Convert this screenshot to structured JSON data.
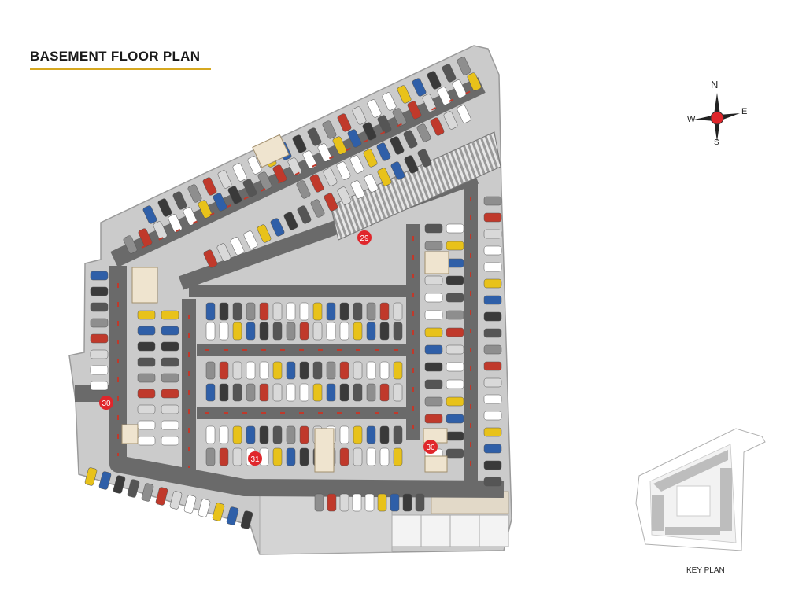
{
  "title": "BASEMENT FLOOR PLAN",
  "compass": {
    "n": "N",
    "s": "S",
    "e": "E",
    "w": "W"
  },
  "key_plan_label": "KEY PLAN",
  "markers": [
    "29",
    "30",
    "30",
    "31"
  ],
  "colors": {
    "accent": "#d6a820",
    "site_outline": "#9a9a9a",
    "driveway": "#6e6e6e",
    "parking_floor": "#c9c9c9",
    "marker": "#e0262b",
    "compass": "#e0262b"
  },
  "icons": [
    "compass-icon",
    "car-icon",
    "ramp-icon",
    "stair-icon"
  ]
}
